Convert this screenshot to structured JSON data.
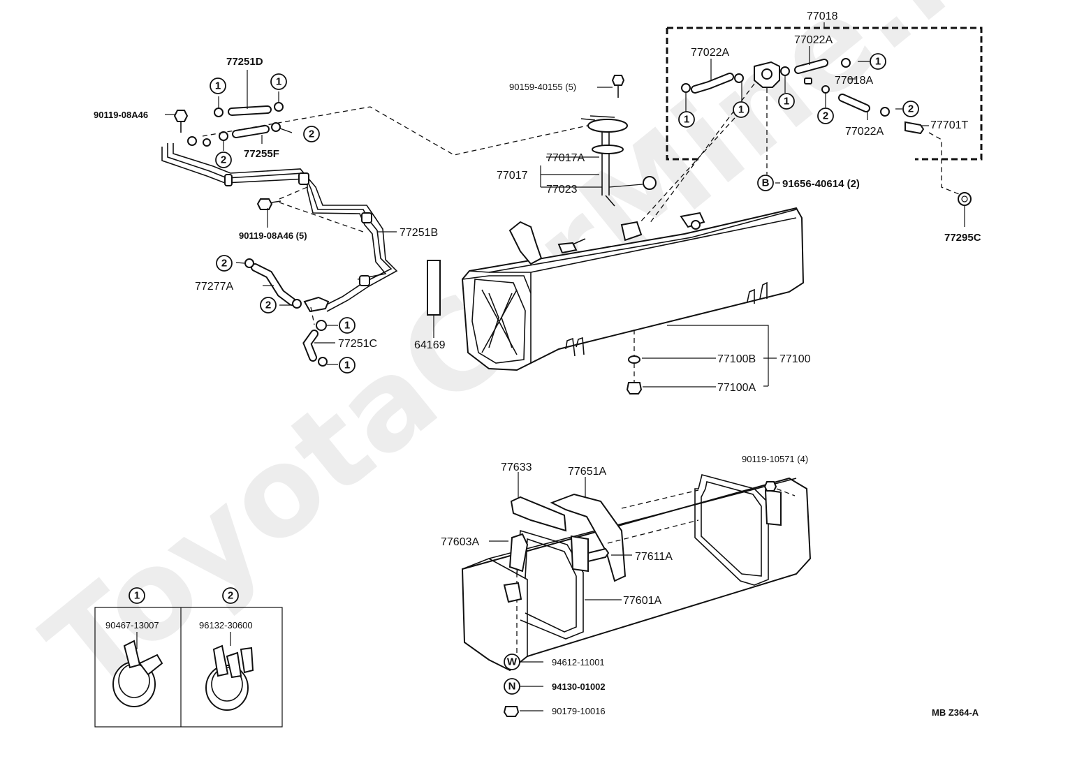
{
  "watermark": "ToyotaCarMine.ru",
  "drawing_code": "MB Z364-A",
  "upper_left": {
    "p77251D": "77251D",
    "p90119_08A46": "90119-08A46",
    "p77255F": "77255F",
    "p90119_08A46_5": "90119-08A46 (5)",
    "p77251B": "77251B",
    "p77277A": "77277A",
    "p77251C": "77251C",
    "p64169": "64169"
  },
  "sender": {
    "p90159_40155": "90159-40155 (5)",
    "p77017A": "77017A",
    "p77017": "77017",
    "p77023": "77023"
  },
  "vent_box": {
    "p77018": "77018",
    "p77022A_left": "77022A",
    "p77022A_mid": "77022A",
    "p77018A": "77018A",
    "p77022A_low": "77022A",
    "p77701T": "77701T",
    "b_marker": "B",
    "p91656_40614": "91656-40614 (2)",
    "p77295C": "77295C"
  },
  "tank": {
    "p77100B": "77100B",
    "p77100": "77100",
    "p77100A": "77100A"
  },
  "mounting": {
    "p90119_10571": "90119-10571 (4)",
    "p77633": "77633",
    "p77651A": "77651A",
    "p77603A": "77603A",
    "p77611A": "77611A",
    "p77601A": "77601A",
    "w_marker": "W",
    "p94612_11001": "94612-11001",
    "n_marker": "N",
    "p94130_01002": "94130-01002",
    "p90179_10016": "90179-10016"
  },
  "legend": {
    "num1": "1",
    "num2": "2",
    "clamp1": "90467-13007",
    "clamp2": "96132-30600"
  },
  "markers": {
    "one": "1",
    "two": "2"
  }
}
